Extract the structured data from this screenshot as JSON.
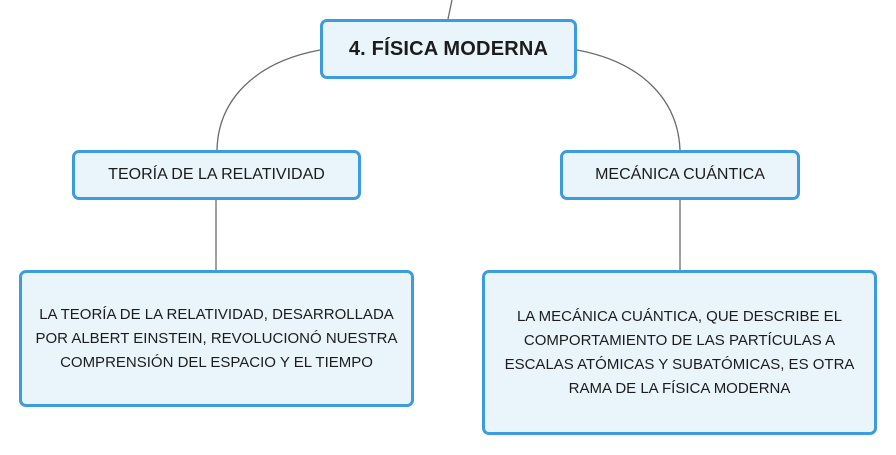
{
  "diagram": {
    "root": {
      "label": "4. FÍSICA MODERNA"
    },
    "branches": [
      {
        "label": "TEORÍA DE LA RELATIVIDAD",
        "detail": "LA TEORÍA DE LA RELATIVIDAD, DESARROLLADA POR ALBERT EINSTEIN, REVOLUCIONÓ NUESTRA COMPRENSIÓN DEL ESPACIO Y EL TIEMPO"
      },
      {
        "label": "MECÁNICA CUÁNTICA",
        "detail": "LA MECÁNICA CUÁNTICA, QUE DESCRIBE EL COMPORTAMIENTO DE LAS PARTÍCULAS A ESCALAS ATÓMICAS Y SUBATÓMICAS, ES OTRA RAMA DE LA FÍSICA MODERNA"
      }
    ],
    "colors": {
      "node_border": "#3d9be0",
      "node_fill": "#eaf4fb",
      "connector": "#6b6b6b"
    }
  }
}
